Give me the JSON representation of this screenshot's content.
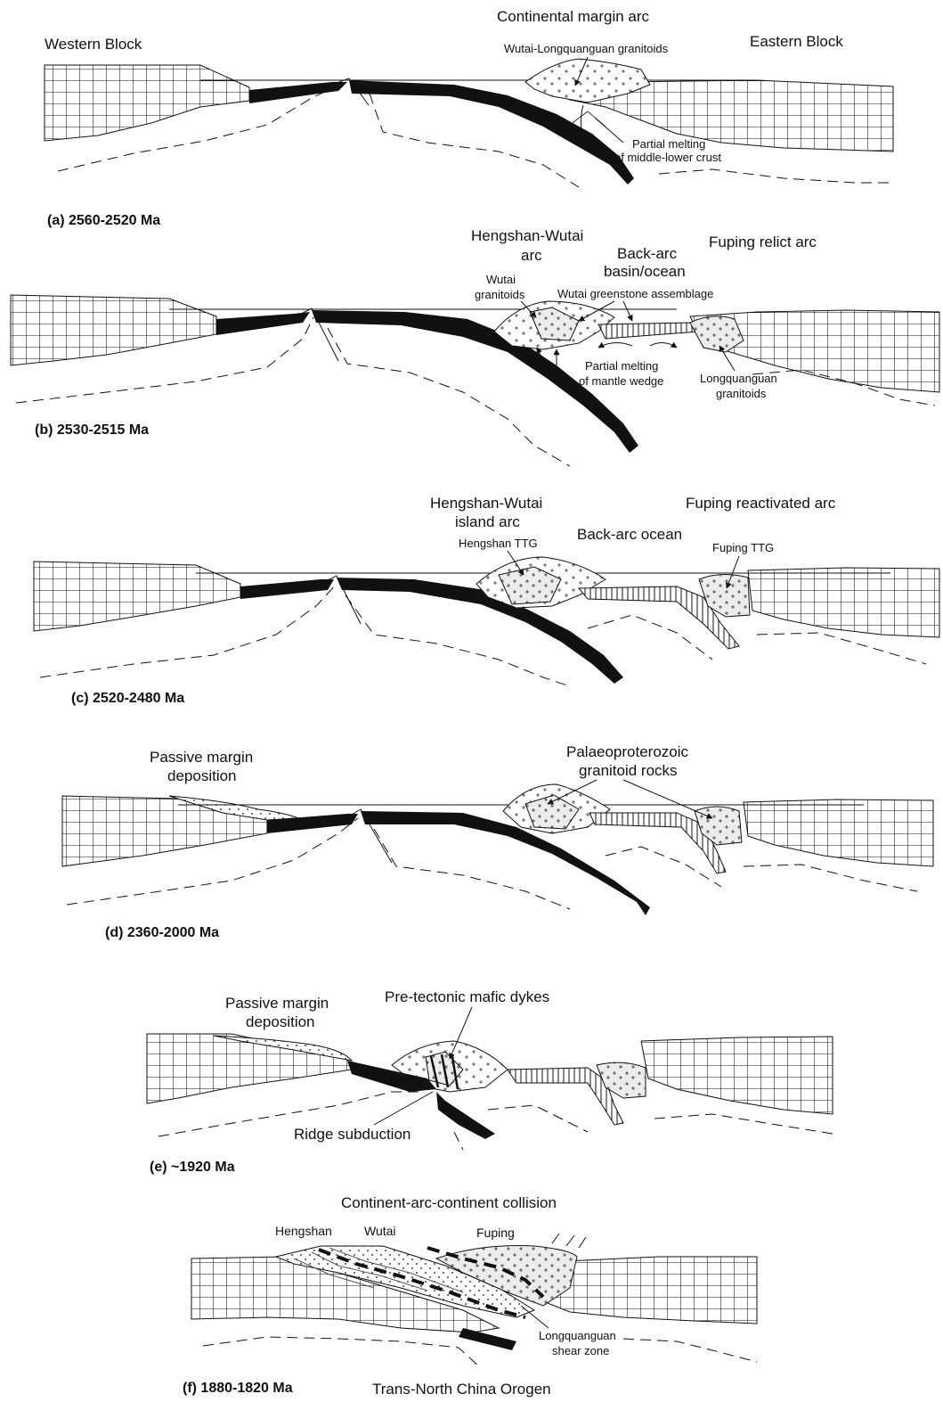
{
  "panels": {
    "a": {
      "caption": "(a) 2560-2520 Ma",
      "western_block": "Western Block",
      "eastern_block": "Eastern Block",
      "arc": "Continental margin arc",
      "granitoids": "Wutai-Longquanguan granitoids",
      "melting_1": "Partial melting",
      "melting_2": "of middle-lower crust"
    },
    "b": {
      "caption": "(b) 2530-2515 Ma",
      "arc_1": "Hengshan-Wutai",
      "arc_2": "arc",
      "basin_1": "Back-arc",
      "basin_2": "basin/ocean",
      "relict_arc": "Fuping relict arc",
      "wutai_1": "Wutai",
      "wutai_2": "granitoids",
      "greenstone": "Wutai greenstone assemblage",
      "melting_1": "Partial melting",
      "melting_2": "of mantle wedge",
      "longq_1": "Longquanguan",
      "longq_2": "granitoids"
    },
    "c": {
      "caption": "(c) 2520-2480 Ma",
      "arc_1": "Hengshan-Wutai",
      "arc_2": "island arc",
      "ocean": "Back-arc ocean",
      "reactivated": "Fuping reactivated arc",
      "hengshan_ttg": "Hengshan TTG",
      "fuping_ttg": "Fuping TTG"
    },
    "d": {
      "caption": "(d) 2360-2000 Ma",
      "passive_1": "Passive margin",
      "passive_2": "deposition",
      "palaeo_1": "Palaeoproterozoic",
      "palaeo_2": "granitoid rocks"
    },
    "e": {
      "caption": "(e) ~1920 Ma",
      "passive_1": "Passive margin",
      "passive_2": "deposition",
      "dykes": "Pre-tectonic mafic dykes",
      "ridge": "Ridge subduction"
    },
    "f": {
      "caption": "(f) 1880-1820 Ma",
      "collision": "Continent-arc-continent collision",
      "hengshan": "Hengshan",
      "wutai": "Wutai",
      "fuping": "Fuping",
      "shear_1": "Longquanguan",
      "shear_2": "shear zone",
      "orogen": "Trans-North China Orogen"
    }
  }
}
